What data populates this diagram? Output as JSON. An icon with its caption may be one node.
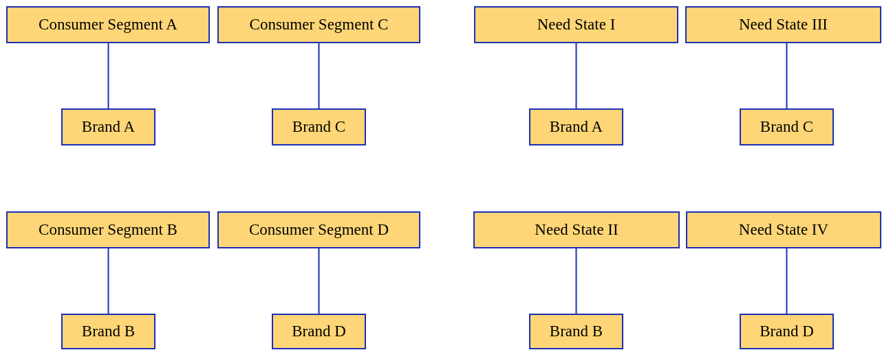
{
  "diagram": {
    "nodes": [
      {
        "text": [
          "Consumer Segment A"
        ]
      },
      {
        "text": [
          "Consumer Segment C"
        ]
      },
      {
        "text": [
          "Need State I"
        ]
      },
      {
        "text": [
          "Need State III"
        ]
      },
      {
        "text": [
          "Brand A"
        ]
      },
      {
        "text": [
          "Brand C"
        ]
      },
      {
        "text": [
          "Brand A"
        ]
      },
      {
        "text": [
          "Brand C"
        ]
      },
      {
        "text": [
          "Consumer Segment B"
        ]
      },
      {
        "text": [
          "Consumer Segment D"
        ]
      },
      {
        "text": [
          "Need State II"
        ]
      },
      {
        "text": [
          "Need State IV"
        ]
      },
      {
        "text": [
          "Brand B"
        ]
      },
      {
        "text": [
          "Brand D"
        ]
      },
      {
        "text": [
          "Brand B"
        ]
      },
      {
        "text": [
          "Brand D"
        ]
      }
    ],
    "edges": [
      {
        "from": 0,
        "to": 4,
        "arrow": "none"
      },
      {
        "from": 1,
        "to": 5,
        "arrow": "none"
      },
      {
        "from": 2,
        "to": 6,
        "arrow": "none"
      },
      {
        "from": 3,
        "to": 7,
        "arrow": "none"
      },
      {
        "from": 8,
        "to": 12,
        "arrow": "none"
      },
      {
        "from": 9,
        "to": 13,
        "arrow": "none"
      },
      {
        "from": 10,
        "to": 14,
        "arrow": "none"
      },
      {
        "from": 11,
        "to": 15,
        "arrow": "none"
      }
    ]
  }
}
